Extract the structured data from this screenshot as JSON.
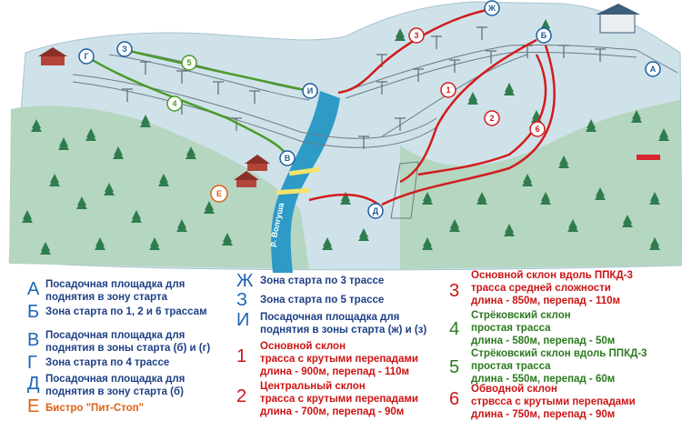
{
  "river": "р. Волгуша",
  "map_markers": {
    "A": "А",
    "B": "Б",
    "V": "В",
    "G": "Г",
    "D": "Д",
    "E": "Е",
    "ZH": "Ж",
    "Z": "З",
    "I": "И",
    "n1": "1",
    "n2": "2",
    "n3": "3",
    "n4": "4",
    "n5": "5",
    "n6": "6"
  },
  "legend_left": [
    {
      "letter": "А",
      "lines": [
        "Посадочная площадка для",
        "поднятия в зону старта"
      ]
    },
    {
      "letter": "Б",
      "lines": [
        "Зона старта по 1, 2 и 6 трассам"
      ]
    },
    {
      "letter": "В",
      "lines": [
        "Посадочная площадка для",
        "поднятия в зоны старта (б) и (г)"
      ]
    },
    {
      "letter": "Г",
      "lines": [
        "Зона старта по 4 трассе"
      ]
    },
    {
      "letter": "Д",
      "lines": [
        "Посадочная площадка для",
        "поднятия в зону старта (б)"
      ]
    },
    {
      "letter": "Е",
      "lines": [
        "Бистро \"Пит-Стоп\""
      ]
    }
  ],
  "legend_mid": [
    {
      "letter": "Ж",
      "lines": [
        "Зона старта по 3 трассе"
      ]
    },
    {
      "letter": "З",
      "lines": [
        "Зона старта по 5 трассе"
      ]
    },
    {
      "letter": "И",
      "lines": [
        "Посадочная площадка для",
        "поднятия в зоны старта (ж) и (з)"
      ]
    },
    {
      "letter": "1",
      "lines": [
        "Основной склон",
        "трасса с крутыми перепадами",
        "длина - 900м, перепад - 110м"
      ]
    },
    {
      "letter": "2",
      "lines": [
        "Центральный склон",
        "трасса с крутыми перепадами",
        "длина - 700м, перепад - 90м"
      ]
    }
  ],
  "legend_right": [
    {
      "letter": "3",
      "lines": [
        "Основной склон вдоль ППКД-3",
        "трасса средней сложности",
        "длина - 850м, перепад - 110м"
      ]
    },
    {
      "letter": "4",
      "lines": [
        "Стрёковский склон",
        "простая трасса",
        "длина - 580м, перепад - 50м"
      ]
    },
    {
      "letter": "5",
      "lines": [
        "Стрёковский склон вдоль ППКД-3",
        "простая трасса",
        "длина - 550м, перепад - 60м"
      ]
    },
    {
      "letter": "6",
      "lines": [
        "Обводной склон",
        "стрвсса с крутыми перепадами",
        "длина - 750м, перепад - 90м"
      ]
    }
  ],
  "colors": {
    "ground": "#cfe2ea",
    "forest_light": "#a9cfb6",
    "river": "#2e9ac6",
    "tree": "#2f7d4e",
    "red_trail": "#d21c1c",
    "green_trail": "#4c9a2a",
    "marker_fill": "#ffffff",
    "marker_stroke": "#1d5ea0"
  }
}
